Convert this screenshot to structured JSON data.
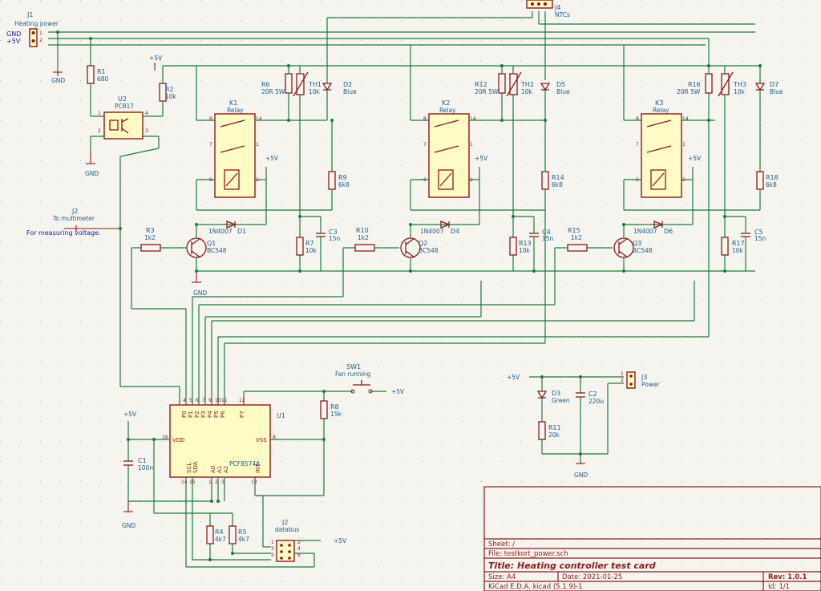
{
  "title_block": {
    "sheet": "Sheet: /",
    "file": "File: testkort_power.sch",
    "title": "Title: Heating controller test card",
    "size": "Size: A4",
    "date": "Date: 2021-01-25",
    "rev": "Rev: 1.0.1",
    "tool": "KiCad E.D.A.  kicad (5.1.9)-1",
    "id": "Id: 1/1"
  },
  "connectors": {
    "j1": {
      "ref": "J1",
      "value": "Heating power",
      "pin1": "GND",
      "pin2": "+5V"
    },
    "j2": {
      "ref": "J2",
      "value": "To multimeter",
      "note": "For measuring voltage."
    },
    "j3": {
      "ref": "J3",
      "value": "Power"
    },
    "j4": {
      "ref": "J4",
      "value": "NTCs"
    },
    "j2b": {
      "ref": "J2",
      "value": "databus"
    }
  },
  "power": {
    "gnd": "GND",
    "vcc": "+5V"
  },
  "components": {
    "r1": {
      "ref": "R1",
      "value": "680"
    },
    "r2": {
      "ref": "R2",
      "value": "10k"
    },
    "r3": {
      "ref": "R3",
      "value": "1k2"
    },
    "r4": {
      "ref": "R4",
      "value": "4k7"
    },
    "r5": {
      "ref": "R5",
      "value": "4k7"
    },
    "r6": {
      "ref": "R6",
      "value": "20R 5W"
    },
    "r7": {
      "ref": "R7",
      "value": "10k"
    },
    "r8": {
      "ref": "R8",
      "value": "15k"
    },
    "r9": {
      "ref": "R9",
      "value": "6k8"
    },
    "r10": {
      "ref": "R10",
      "value": "1k2"
    },
    "r11": {
      "ref": "R11",
      "value": "20k"
    },
    "r12": {
      "ref": "R12",
      "value": "20R 5W"
    },
    "r13": {
      "ref": "R13",
      "value": "10k"
    },
    "r14": {
      "ref": "R14",
      "value": "6k8"
    },
    "r15": {
      "ref": "R15",
      "value": "1k2"
    },
    "r16": {
      "ref": "R16",
      "value": "20R 5W"
    },
    "r17": {
      "ref": "R17",
      "value": "10k"
    },
    "r18": {
      "ref": "R18",
      "value": "6k8"
    },
    "c1": {
      "ref": "C1",
      "value": "100n"
    },
    "c2": {
      "ref": "C2",
      "value": "220u"
    },
    "c3": {
      "ref": "C3",
      "value": "15n"
    },
    "c4": {
      "ref": "C4",
      "value": "15n"
    },
    "c5": {
      "ref": "C5",
      "value": "15n"
    },
    "d1": {
      "ref": "D1",
      "value": "1N4007"
    },
    "d2": {
      "ref": "D2",
      "value": "Blue"
    },
    "d3": {
      "ref": "D3",
      "value": "Green"
    },
    "d4": {
      "ref": "D4",
      "value": "1N4007"
    },
    "d5": {
      "ref": "D5",
      "value": "Blue"
    },
    "d6": {
      "ref": "D6",
      "value": "1N4007"
    },
    "d7": {
      "ref": "D7",
      "value": "Blue"
    },
    "th1": {
      "ref": "TH1",
      "value": "10k"
    },
    "th2": {
      "ref": "TH2",
      "value": "10k"
    },
    "th3": {
      "ref": "TH3",
      "value": "10k"
    },
    "q1": {
      "ref": "Q1",
      "value": "BC548"
    },
    "q2": {
      "ref": "Q2",
      "value": "BC548"
    },
    "q3": {
      "ref": "Q3",
      "value": "BC548"
    },
    "k1": {
      "ref": "K1",
      "value": "Relay"
    },
    "k2": {
      "ref": "K2",
      "value": "Relay"
    },
    "k3": {
      "ref": "K3",
      "value": "Relay"
    },
    "u1": {
      "ref": "U1",
      "value": "PCF8574A"
    },
    "u2": {
      "ref": "U2",
      "value": "PC817"
    },
    "sw1": {
      "ref": "SW1",
      "value": "Fan running"
    }
  },
  "ic_pins": {
    "top": [
      "P0",
      "P1",
      "P2",
      "P3",
      "P4",
      "P5",
      "P6",
      "P7"
    ],
    "top_nums": [
      "4",
      "5",
      "6",
      "7",
      "9",
      "10",
      "11",
      "12"
    ],
    "vdd": "VDD",
    "vss": "VSS",
    "bottom": [
      "SCL",
      "SDA",
      "A0",
      "A1",
      "A2",
      "INT"
    ],
    "bottom_nums": [
      "14",
      "15",
      "1",
      "2",
      "3",
      "13"
    ],
    "vdd_num": "16",
    "vss_num": "8"
  }
}
